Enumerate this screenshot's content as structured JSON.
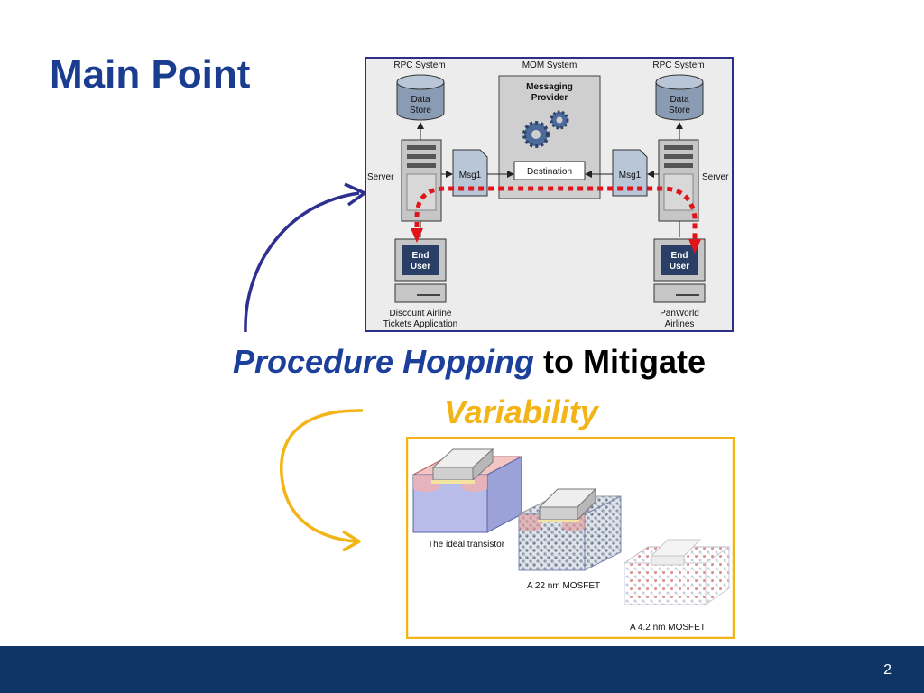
{
  "slide": {
    "title": "Main Point",
    "page_number": "2"
  },
  "headline": {
    "part1": "Procedure Hopping",
    "part2": " to Mitigate",
    "part3": "Variability"
  },
  "rpc_diagram": {
    "left_system_label": "RPC System",
    "center_system_label": "MOM System",
    "right_system_label": "RPC System",
    "data_store_line1": "Data",
    "data_store_line2": "Store",
    "messaging_provider_line1": "Messaging",
    "messaging_provider_line2": "Provider",
    "destination_label": "Destination",
    "msg_label": "Msg1",
    "server_label": "Server",
    "end_user_line1": "End",
    "end_user_line2": "User",
    "left_app_line1": "Discount Airline",
    "left_app_line2": "Tickets Application",
    "right_app_line1": "PanWorld",
    "right_app_line2": "Airlines"
  },
  "transistor_figure": {
    "label_ideal": "The ideal transistor",
    "label_22nm": "A 22 nm MOSFET",
    "label_4nm": "A 4.2 nm MOSFET"
  },
  "colors": {
    "title_blue": "#1a3d8f",
    "accent_gold": "#f2b416",
    "footer_navy": "#0e3566",
    "path_red": "#e0141a",
    "arrow_blue": "#2e2f8f"
  }
}
